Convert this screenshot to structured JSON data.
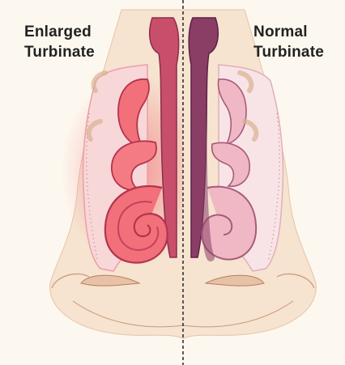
{
  "labels": {
    "left": {
      "line1": "Enlarged",
      "line2": "Turbinate"
    },
    "right": {
      "line1": "Normal",
      "line2": "Turbinate"
    }
  },
  "colors": {
    "background": "#fdf8ef",
    "skin": "#f6e3d0",
    "skin_outline": "#d9a98a",
    "enlarged_tissue": "#f2707a",
    "enlarged_dark": "#c23a55",
    "normal_tissue": "#f0b8c4",
    "normal_dark": "#8a3e66",
    "divider": "#333333"
  }
}
